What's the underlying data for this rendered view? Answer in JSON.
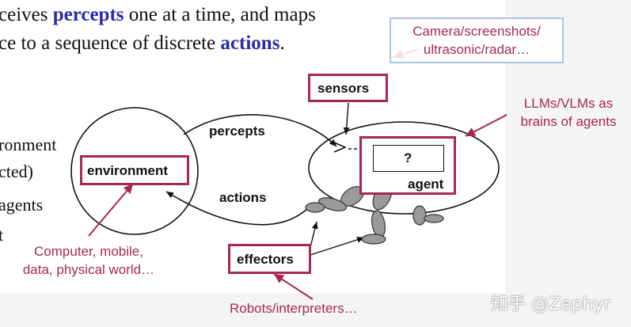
{
  "slide": {
    "line1": {
      "pre": "ceives ",
      "em": "percepts",
      "post": " one at a time, and maps"
    },
    "line2": {
      "pre": "ce to a sequence of discrete ",
      "em": "actions",
      "post": "."
    },
    "bullets": [
      "ronment",
      "cted)",
      "agents",
      "t"
    ]
  },
  "diagram": {
    "percepts": "percepts",
    "actions": "actions",
    "sensors": "sensors",
    "effectors": "effectors",
    "environment": "environment",
    "agent": "agent",
    "question": "?"
  },
  "annotations": {
    "camera": [
      "Camera/screenshots/",
      "ultrasonic/radar…"
    ],
    "llm": [
      "LLMs/VLMs as",
      "brains of agents"
    ],
    "computer": [
      "Computer, mobile,",
      "data, physical world…"
    ],
    "robots": "Robots/interpreters…"
  },
  "watermark": "知乎 @Zephyr",
  "colors": {
    "accent": "#a8294f",
    "highlight": "#2b2ba8",
    "blue_box": "#a9c6e8"
  }
}
